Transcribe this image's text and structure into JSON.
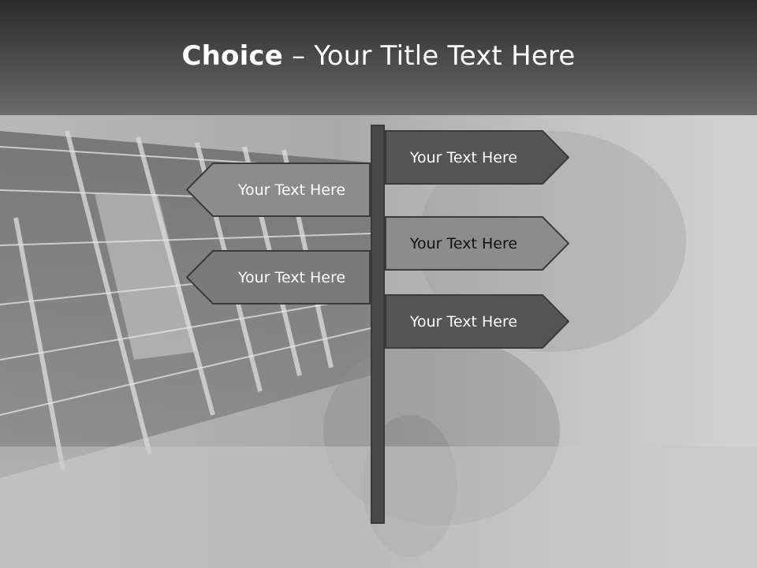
{
  "slide": {
    "title_bold": "Choice",
    "title_rest": " – Your Title Text Here"
  },
  "signs": [
    {
      "text": "Your Text Here",
      "direction": "right",
      "fill": "#555555",
      "text_color": "#ffffff"
    },
    {
      "text": "Your Text Here",
      "direction": "left",
      "fill": "#8c8c8c",
      "text_color": "#ffffff"
    },
    {
      "text": "Your Text Here",
      "direction": "right",
      "fill": "#8c8c8c",
      "text_color": "#111111"
    },
    {
      "text": "Your Text Here",
      "direction": "left",
      "fill": "#7a7a7a",
      "text_color": "#ffffff"
    },
    {
      "text": "Your Text Here",
      "direction": "right",
      "fill": "#555555",
      "text_color": "#ffffff"
    }
  ],
  "colors": {
    "sign_border": "#3a3a3a",
    "post": "#4a4a4a"
  }
}
